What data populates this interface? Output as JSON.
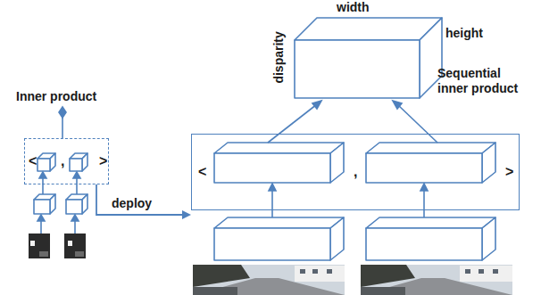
{
  "diagram": {
    "nodes": [
      {
        "text": [
          "<",
          ",",
          ">"
        ]
      },
      {
        "text": [
          "<",
          ",",
          ">"
        ]
      }
    ],
    "edges": [
      {
        "from": 0,
        "to": 1,
        "label": "deploy",
        "arrow": "to"
      }
    ],
    "labels": [
      "Inner product",
      "width",
      "height",
      "disparity",
      "Sequential inner product"
    ]
  }
}
